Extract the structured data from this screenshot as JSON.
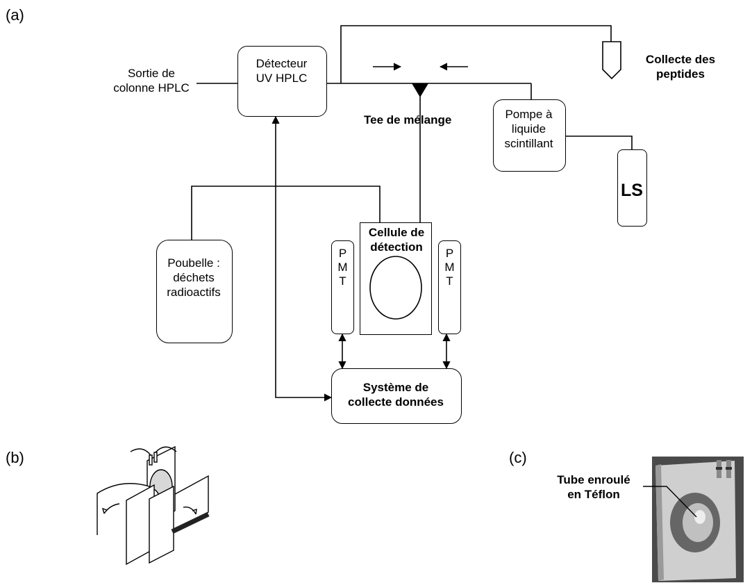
{
  "panels": {
    "a": "(a)",
    "b": "(b)",
    "c": "(c)"
  },
  "labels": {
    "sortie_line1": "Sortie de",
    "sortie_line2": "colonne HPLC",
    "detecteur_line1": "Détecteur",
    "detecteur_line2": "UV HPLC",
    "collecte_line1": "Collecte des",
    "collecte_line2": "peptides",
    "tee": "Tee de mélange",
    "pompe_line1": "Pompe à",
    "pompe_line2": "liquide",
    "pompe_line3": "scintillant",
    "ls": "LS",
    "cellule_line1": "Cellule de",
    "cellule_line2": "détection",
    "poubelle_line1": "Poubelle :",
    "poubelle_line2": "déchets",
    "poubelle_line3": "radioactifs",
    "pmt": [
      "P",
      "M",
      "T"
    ],
    "systeme_line1": "Système de",
    "systeme_line2": "collecte données",
    "tube_line1": "Tube enroulé",
    "tube_line2": "en Téflon"
  }
}
